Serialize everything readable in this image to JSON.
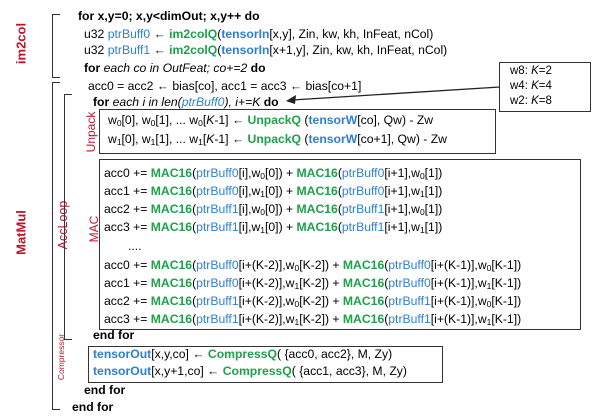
{
  "labels": {
    "im2col": "im2col",
    "matmul": "MatMul",
    "accloop": "AccLoop",
    "unpack": "Unpack",
    "mac": "MAC",
    "compressor": "Compressor"
  },
  "legend": [
    "w8: K=2",
    "w4: K=4",
    "w2: K=8"
  ],
  "code": {
    "l1": "for x,y=0; x,y<dimOut; x,y++ do",
    "l2_pre": "u32 ",
    "l2_buf": "ptrBuff0",
    "l2_arrow": " ← ",
    "l2_fn": "im2colQ",
    "l2_tensor": "tensorIn",
    "l2_rest": "[x,y], Zin, kw, kh, InFeat, nCol)",
    "l3_pre": "u32 ",
    "l3_buf": "ptrBuff1",
    "l3_arrow": " ← ",
    "l3_fn": "im2colQ",
    "l3_tensor": "tensorIn",
    "l3_rest": "[x+1,y], Zin, kw, kh, InFeat, nCol)",
    "l4": "for each co in OutFeat; co+=2 do",
    "l5": "acc0 = acc2 ← bias[co], acc1 = acc3 ← bias[co+1]",
    "l6_pre": "for each i in len(",
    "l6_buf": "ptrBuff0",
    "l6_post": "), i+=K do",
    "u1_a": "w",
    "u1_b": "[0], w",
    "u1_c": "[1], ... w",
    "u1_d": "[K-1] ← ",
    "u1_fn": "UnpackQ",
    "u1_tensor": "tensorW",
    "u1_rest": "[co], Qw) - Zw",
    "u2_a": "w",
    "u2_b": "[0], w",
    "u2_c": "[1], ... w",
    "u2_d": "[K-1] ← ",
    "u2_fn": "UnpackQ",
    "u2_tensor": "tensorW",
    "u2_rest": "[co+1], Qw) - Zw",
    "m1": [
      "acc0 += ",
      "MAC16",
      "(",
      "ptrBuff0",
      "[i],w",
      "0",
      "[0]) + ",
      "MAC16",
      "(",
      "ptrBuff0",
      "[i+1],w",
      "0",
      "[1])"
    ],
    "m2": [
      "acc1 += ",
      "MAC16",
      "(",
      "ptrBuff0",
      "[i],w",
      "1",
      "[0]) + ",
      "MAC16",
      "(",
      "ptrBuff0",
      "[i+1],w",
      "1",
      "[1])"
    ],
    "m3": [
      "acc2 += ",
      "MAC16",
      "(",
      "ptrBuff1",
      "[i],w",
      "0",
      "[0]) + ",
      "MAC16",
      "(",
      "ptrBuff1",
      "[i+1],w",
      "0",
      "[1])"
    ],
    "m4": [
      "acc3 += ",
      "MAC16",
      "(",
      "ptrBuff1",
      "[i],w",
      "1",
      "[0]) + ",
      "MAC16",
      "(",
      "ptrBuff1",
      "[i+1],w",
      "1",
      "[1])"
    ],
    "dots": "....",
    "n1": [
      "acc0 += ",
      "MAC16",
      "(",
      "ptrBuff0",
      "[i+(K-2)],w",
      "0",
      "[K-2]) + ",
      "MAC16",
      "(",
      "ptrBuff0",
      "[i+(K-1)],w",
      "0",
      "[K-1])"
    ],
    "n2": [
      "acc1 += ",
      "MAC16",
      "(",
      "ptrBuff0",
      "[i+(K-2)],w",
      "1",
      "[K-2]) + ",
      "MAC16",
      "(",
      "ptrBuff0",
      "[i+(K-1)],w",
      "1",
      "[K-1])"
    ],
    "n3": [
      "acc2 += ",
      "MAC16",
      "(",
      "ptrBuff1",
      "[i+(K-2)],w",
      "0",
      "[K-2]) + ",
      "MAC16",
      "(",
      "ptrBuff1",
      "[i+(K-1)],w",
      "0",
      "[K-1])"
    ],
    "n4": [
      "acc3 += ",
      "MAC16",
      "(",
      "ptrBuff1",
      "[i+(K-2)],w",
      "1",
      "[K-2]) + ",
      "MAC16",
      "(",
      "ptrBuff1",
      "[i+(K-1)],w",
      "1",
      "[K-1])"
    ],
    "endfor1": "end for",
    "c1_tensor": "tensorOut",
    "c1_mid": "[x,y,co] ← ",
    "c1_fn": "CompressQ",
    "c1_rest": "( {acc0, acc2}, M, Zy)",
    "c2_tensor": "tensorOut",
    "c2_mid": "[x,y+1,co] ← ",
    "c2_fn": "CompressQ",
    "c2_rest": "( {acc1, acc3}, M, Zy)",
    "endfor2": "end for",
    "endfor3": "end for"
  }
}
